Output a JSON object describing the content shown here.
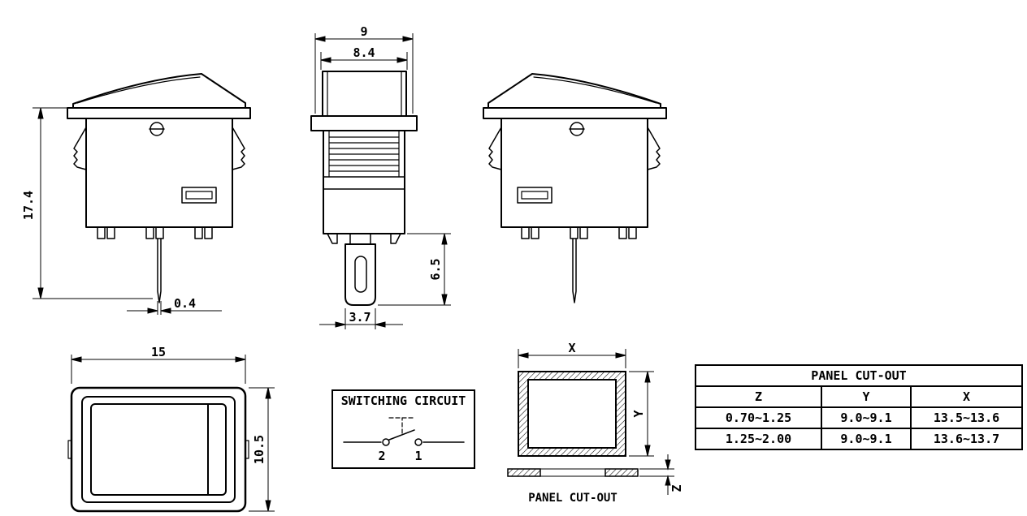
{
  "sheet": {
    "background": "#ffffff",
    "line_color": "#000000"
  },
  "views": {
    "side": {
      "dim_height": "17.4",
      "dim_pin_width": "0.4"
    },
    "front": {
      "dim_bezel_width": "9",
      "dim_button_width": "8.4",
      "dim_terminal_length": "6.5",
      "dim_terminal_width": "3.7"
    },
    "top": {
      "dim_width": "15",
      "dim_height": "10.5"
    }
  },
  "switching_circuit": {
    "title": "SWITCHING CIRCUIT",
    "terminal_2": "2",
    "terminal_1": "1"
  },
  "panel_cutout": {
    "caption": "PANEL CUT-OUT",
    "dim_x": "X",
    "dim_y": "Y",
    "dim_z": "Z"
  },
  "table": {
    "title": "PANEL CUT-OUT",
    "headers": [
      "Z",
      "Y",
      "X"
    ],
    "rows": [
      [
        "0.70~1.25",
        "9.0~9.1",
        "13.5~13.6"
      ],
      [
        "1.25~2.00",
        "9.0~9.1",
        "13.6~13.7"
      ]
    ]
  }
}
